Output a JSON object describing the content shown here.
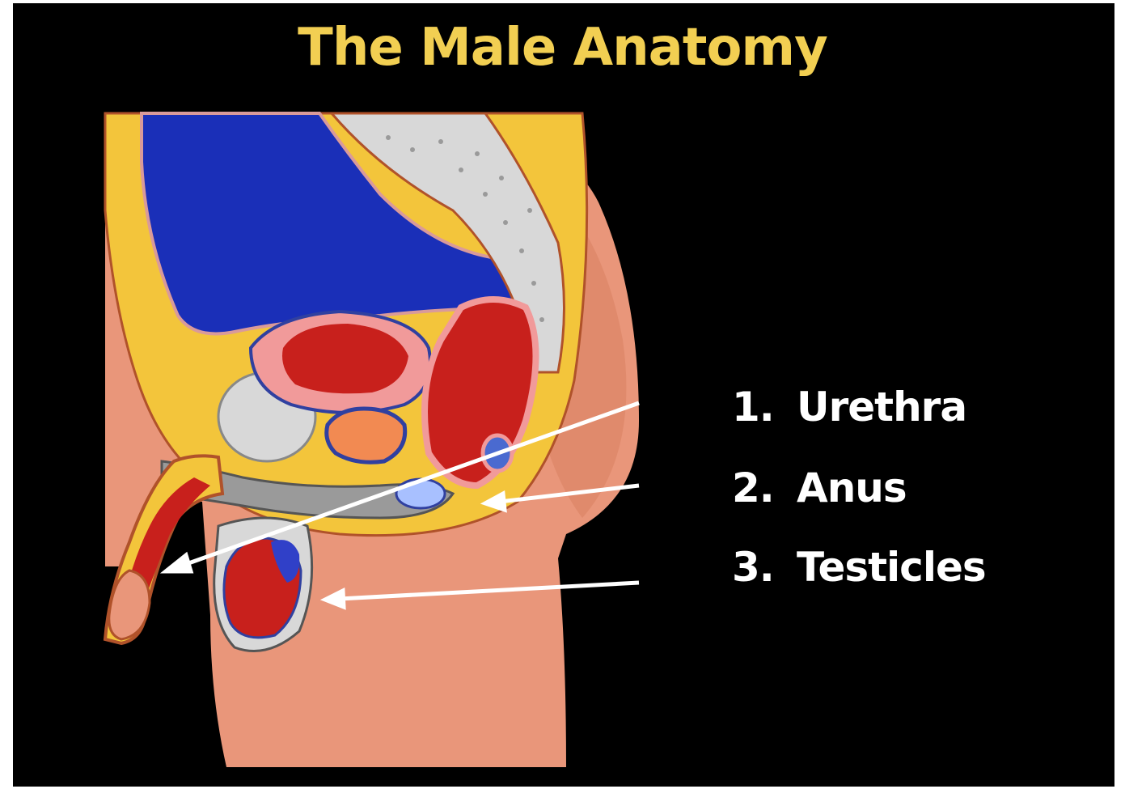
{
  "title": "The Male Anatomy",
  "labels": [
    {
      "number": "1.",
      "text": "Urethra"
    },
    {
      "number": "2.",
      "text": "Anus"
    },
    {
      "number": "3.",
      "text": "Testicles"
    }
  ],
  "colors": {
    "background": "#000000",
    "title": "#f2cf52",
    "label_text": "#ffffff",
    "bladder": "#1a2fb8",
    "skin": "#e9967a",
    "fat_layer": "#f3c53b",
    "tissue": "#c8201c",
    "bone": "#d8d8d8"
  }
}
